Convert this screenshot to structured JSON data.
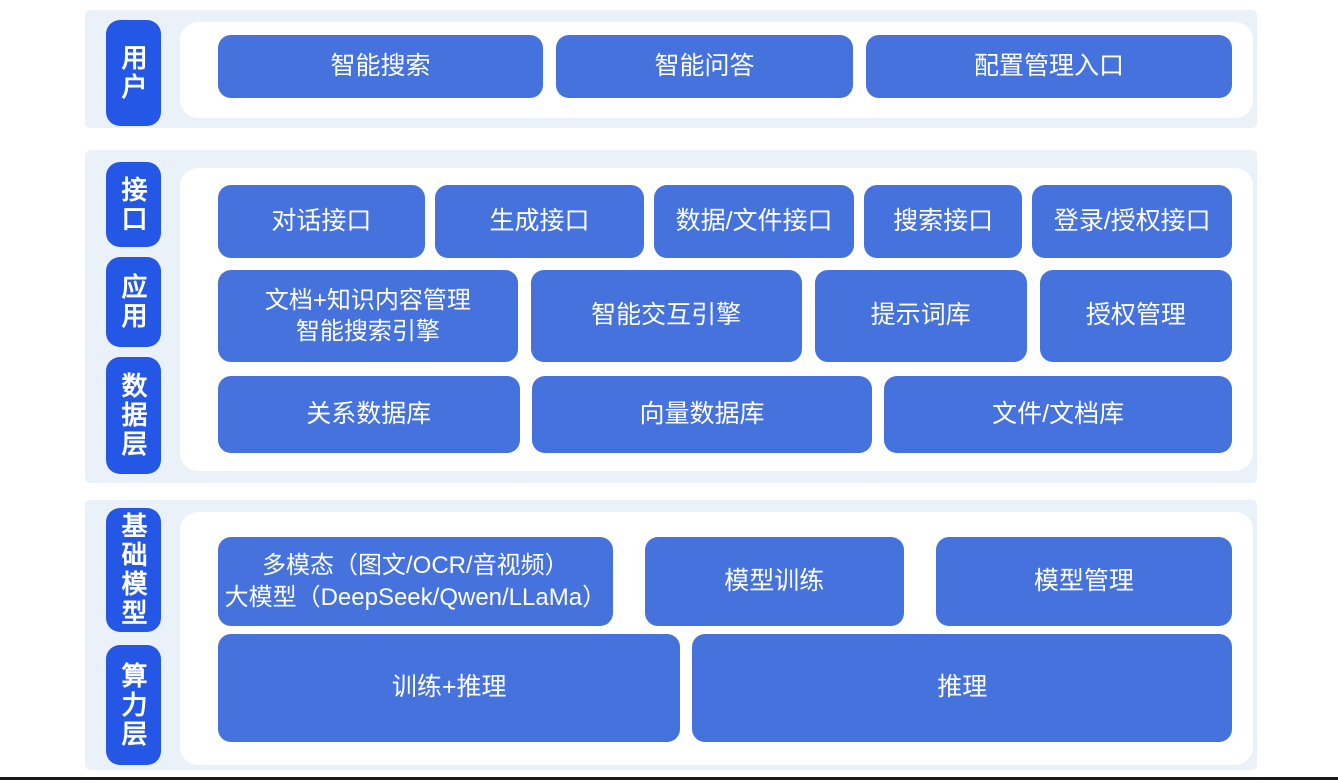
{
  "theme": {
    "page_bg": "#ffffff",
    "band_bg": "#ebf1f8",
    "panel_bg": "#ffffff",
    "chip_bg": "#2457e6",
    "button_bg": "#4672de",
    "text_color": "#ffffff",
    "bottom_rule": "#1a1a1a"
  },
  "bands": [
    {
      "chips": [
        {
          "label": "用户"
        }
      ],
      "rows": [
        {
          "buttons": [
            {
              "label": "智能搜索"
            },
            {
              "label": "智能问答"
            },
            {
              "label": "配置管理入口"
            }
          ]
        }
      ]
    },
    {
      "chips": [
        {
          "label": "接口"
        },
        {
          "label": "应用"
        },
        {
          "label": "数据层"
        }
      ],
      "rows": [
        {
          "buttons": [
            {
              "label": "对话接口"
            },
            {
              "label": "生成接口"
            },
            {
              "label": "数据/文件接口"
            },
            {
              "label": "搜索接口"
            },
            {
              "label": "登录/授权接口"
            }
          ]
        },
        {
          "buttons": [
            {
              "line1": "文档+知识内容管理",
              "line2": "智能搜索引擎"
            },
            {
              "label": "智能交互引擎"
            },
            {
              "label": "提示词库"
            },
            {
              "label": "授权管理"
            }
          ]
        },
        {
          "buttons": [
            {
              "label": "关系数据库"
            },
            {
              "label": "向量数据库"
            },
            {
              "label": "文件/文档库"
            }
          ]
        }
      ]
    },
    {
      "chips": [
        {
          "label": "基础模型"
        },
        {
          "label": "算力层"
        }
      ],
      "rows": [
        {
          "buttons": [
            {
              "line1": "多模态（图文/OCR/音视频）",
              "line2": "大模型（DeepSeek/Qwen/LLaMa）"
            },
            {
              "label": "模型训练"
            },
            {
              "label": "模型管理"
            }
          ]
        },
        {
          "buttons": [
            {
              "label": "训练+推理"
            },
            {
              "label": "推理"
            }
          ]
        }
      ]
    }
  ]
}
